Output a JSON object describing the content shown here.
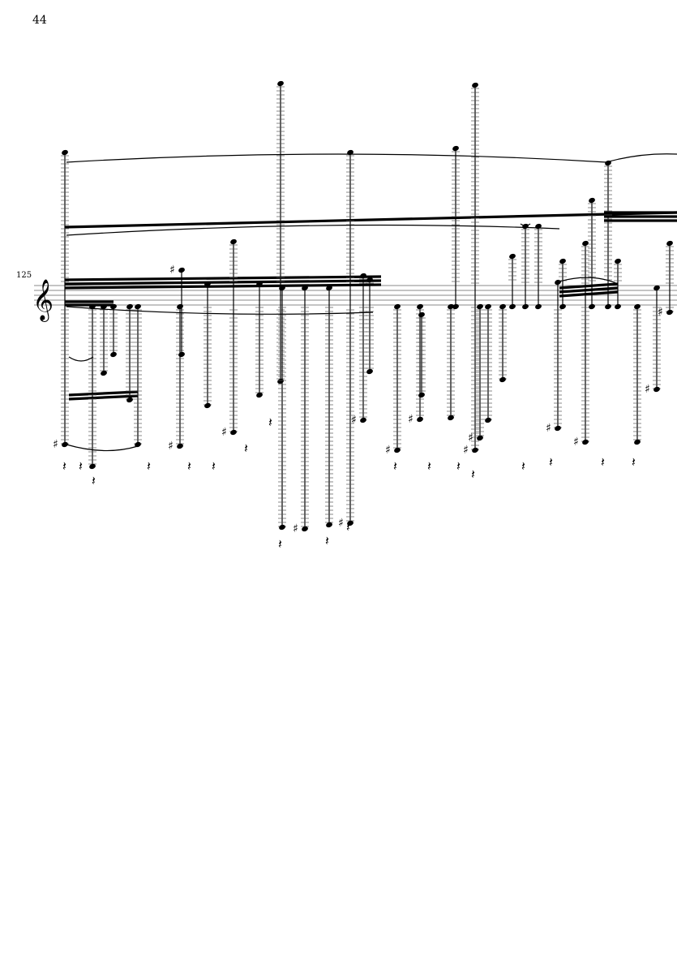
{
  "page": {
    "number": "44"
  },
  "system": {
    "measure_number": "125",
    "clef": "treble"
  },
  "colors": {
    "ink": "#000000",
    "staff": "#888888",
    "paper": "#ffffff"
  }
}
